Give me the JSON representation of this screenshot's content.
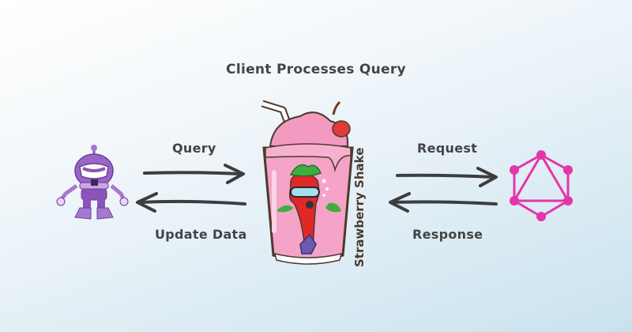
{
  "diagram": {
    "title": "Client Processes Query",
    "nodes": [
      {
        "id": "client",
        "label": "",
        "icon": "robot-mascot-icon",
        "color": "#8a54b8"
      },
      {
        "id": "shake",
        "label": "Strawberry Shake",
        "icon": "strawberry-shake-cup-icon",
        "color": "#f08cb6"
      },
      {
        "id": "server",
        "label": "",
        "icon": "graphql-logo-icon",
        "color": "#e535ab"
      }
    ],
    "edges": [
      {
        "from": "client",
        "to": "shake",
        "label": "Query"
      },
      {
        "from": "shake",
        "to": "client",
        "label": "Update Data"
      },
      {
        "from": "shake",
        "to": "server",
        "label": "Request"
      },
      {
        "from": "server",
        "to": "shake",
        "label": "Response"
      }
    ]
  },
  "colors": {
    "text": "#444444",
    "arrow": "#3d3d3d",
    "graphql": "#e535ab",
    "robot": "#8a54b8",
    "shake": "#f08cb6"
  }
}
